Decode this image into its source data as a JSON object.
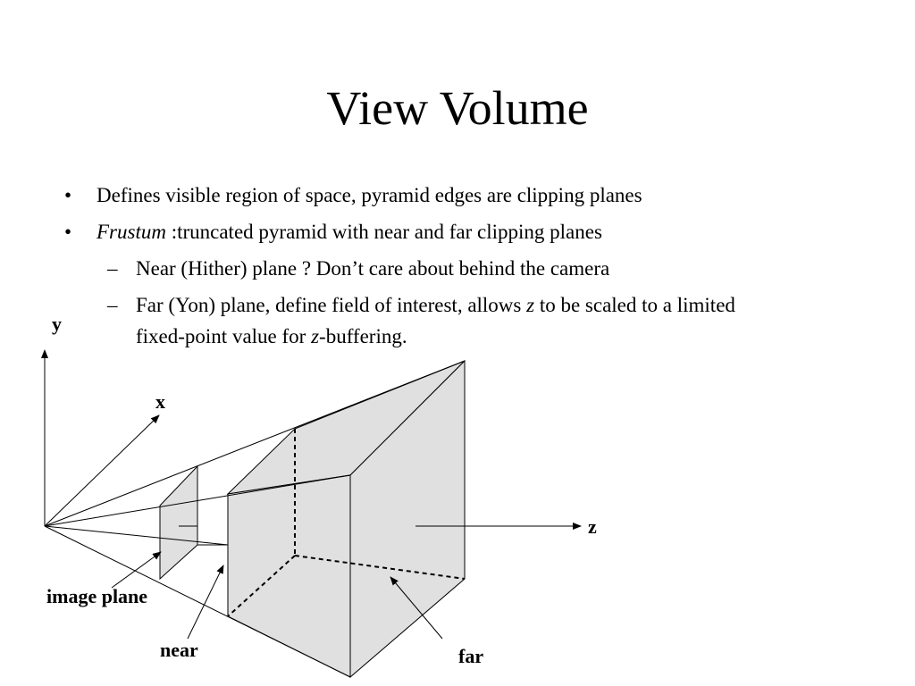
{
  "title": "View Volume",
  "bullets": [
    {
      "text": "Defines visible region of space, pyramid edges are clipping planes"
    },
    {
      "italic": "Frustum",
      "text": " :truncated pyramid with near and far clipping planes"
    }
  ],
  "subbullets": [
    {
      "text": "Near (Hither) plane ?  Don’t care about behind the camera"
    },
    {
      "part1": "Far (Yon) plane, define field of interest, allows ",
      "z1": "z",
      "part2": " to be scaled to a limited",
      "line2a": "fixed-point value for  ",
      "z2": "z",
      "line2b": "-buffering."
    }
  ],
  "bullet_symbol": "•",
  "dash_symbol": "–",
  "diagram": {
    "axis_y": "y",
    "axis_x": "x",
    "axis_z": "z",
    "label_image_plane": "image plane",
    "label_near": "near",
    "label_far": "far",
    "fill_color": "#e0e0e0",
    "line_color": "#000000"
  }
}
